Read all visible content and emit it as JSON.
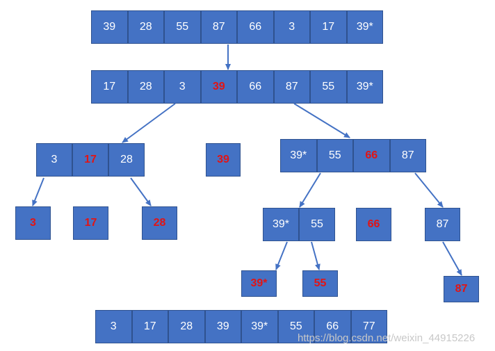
{
  "diagram": {
    "rows": [
      {
        "id": "row-initial",
        "cells": [
          "39",
          "28",
          "55",
          "87",
          "66",
          "3",
          "17",
          "39*"
        ],
        "red": []
      },
      {
        "id": "row-partition1",
        "cells": [
          "17",
          "28",
          "3",
          "39",
          "66",
          "87",
          "55",
          "39*"
        ],
        "red": [
          3
        ]
      },
      {
        "id": "left-sub",
        "cells": [
          "3",
          "17",
          "28"
        ],
        "red": [
          1
        ]
      },
      {
        "id": "pivot-39",
        "cells": [
          "39"
        ],
        "red": [
          0
        ]
      },
      {
        "id": "right-sub",
        "cells": [
          "39*",
          "55",
          "66",
          "87"
        ],
        "red": [
          2
        ]
      },
      {
        "id": "leaf-3",
        "cells": [
          "3"
        ],
        "red": [
          0
        ]
      },
      {
        "id": "leaf-17",
        "cells": [
          "17"
        ],
        "red": [
          0
        ]
      },
      {
        "id": "leaf-28",
        "cells": [
          "28"
        ],
        "red": [
          0
        ]
      },
      {
        "id": "right-left-sub",
        "cells": [
          "39*",
          "55"
        ],
        "red": []
      },
      {
        "id": "leaf-66",
        "cells": [
          "66"
        ],
        "red": [
          0
        ]
      },
      {
        "id": "node-87",
        "cells": [
          "87"
        ],
        "red": []
      },
      {
        "id": "leaf-39star",
        "cells": [
          "39*"
        ],
        "red": [
          0
        ]
      },
      {
        "id": "leaf-55",
        "cells": [
          "55"
        ],
        "red": [
          0
        ]
      },
      {
        "id": "leaf-87",
        "cells": [
          "87"
        ],
        "red": [
          0
        ]
      },
      {
        "id": "row-result",
        "cells": [
          "3",
          "17",
          "28",
          "39",
          "39*",
          "55",
          "66",
          "77"
        ],
        "red": []
      }
    ],
    "watermark": "https://blog.csdn.net/weixin_44915226"
  },
  "colors": {
    "box": "#4472c4",
    "border": "#2f528f",
    "text": "#ffffff",
    "highlight": "#e21414",
    "arrow": "#4472c4"
  }
}
